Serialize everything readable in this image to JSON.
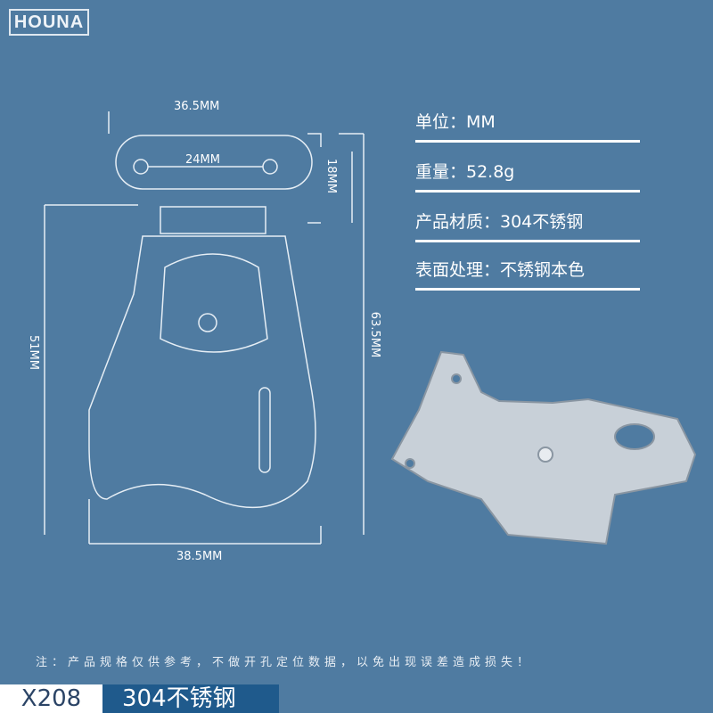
{
  "brand": "HOUNA",
  "dimensions": {
    "top_width": "36.5MM",
    "hole_spacing": "24MM",
    "tab_height": "18MM",
    "left_height": "51MM",
    "total_height": "63.5MM",
    "bottom_width": "38.5MM"
  },
  "specs": [
    "单位：MM",
    "重量：52.8g",
    "产品材质：304不锈钢",
    "表面处理：不锈钢本色"
  ],
  "note": "注：产品规格仅供参考，不做开孔定位数据，以免出现误差造成损失！",
  "model": "X208",
  "material": "304不锈钢"
}
